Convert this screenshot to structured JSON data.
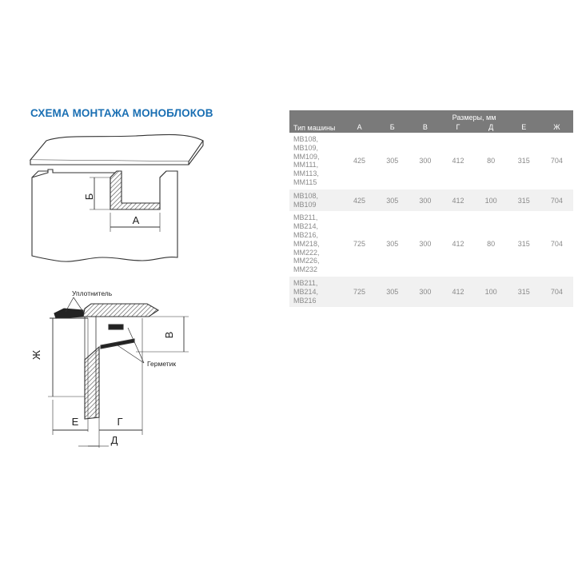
{
  "title": "СХЕМА МОНТАЖА МОНОБЛОКОВ",
  "diagram": {
    "top_labels": {
      "A": "А",
      "B": "Б"
    },
    "bottom_labels": {
      "seal": "Уплотнитель",
      "sealant": "Герметик",
      "V": "В",
      "Zh": "Ж",
      "E": "Е",
      "G": "Г",
      "D": "Д"
    }
  },
  "table": {
    "header": {
      "type_label": "Тип машины",
      "sizes_label": "Размеры, мм",
      "columns": [
        "А",
        "Б",
        "В",
        "Г",
        "Д",
        "Е",
        "Ж"
      ]
    },
    "rows": [
      {
        "models": [
          "МВ108,",
          "МВ109,",
          "ММ109,",
          "ММ111,",
          "ММ113,",
          "ММ115"
        ],
        "values": [
          "425",
          "305",
          "300",
          "412",
          "80",
          "315",
          "704"
        ]
      },
      {
        "models": [
          "МВ108,",
          "МВ109"
        ],
        "values": [
          "425",
          "305",
          "300",
          "412",
          "100",
          "315",
          "704"
        ]
      },
      {
        "models": [
          "МВ211,",
          "МВ214,",
          "МВ216,",
          "ММ218,",
          "ММ222,",
          "ММ226,",
          "ММ232"
        ],
        "values": [
          "725",
          "305",
          "300",
          "412",
          "80",
          "315",
          "704"
        ]
      },
      {
        "models": [
          "МВ211,",
          "МВ214,",
          "МВ216"
        ],
        "values": [
          "725",
          "305",
          "300",
          "412",
          "100",
          "315",
          "704"
        ]
      }
    ]
  }
}
